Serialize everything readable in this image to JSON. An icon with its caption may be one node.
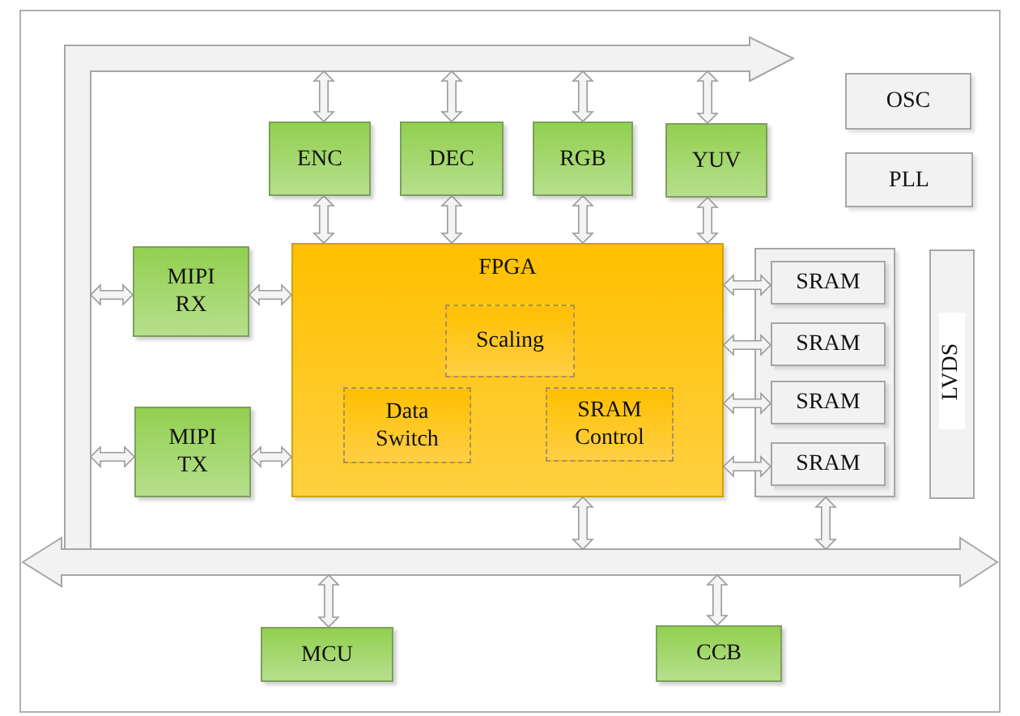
{
  "diagram": {
    "nodes": [
      {
        "text": [],
        "shape": "bar"
      },
      {
        "text": [
          "ENC"
        ]
      },
      {
        "text": [
          "DEC"
        ]
      },
      {
        "text": [
          "RGB"
        ]
      },
      {
        "text": [
          "YUV"
        ]
      },
      {
        "text": [
          "OSC"
        ]
      },
      {
        "text": [
          "PLL"
        ]
      },
      {
        "text": [
          "MIPI RX"
        ]
      },
      {
        "text": [
          "FPGA"
        ]
      },
      {
        "text": [
          "Scaling"
        ],
        "in": 8
      },
      {
        "text": [
          "Data Switch"
        ],
        "in": 8
      },
      {
        "text": [
          "SRAM Control"
        ],
        "in": 8
      },
      {
        "text": [],
        "shape": "box"
      },
      {
        "text": [
          "SRAM"
        ],
        "in": 12
      },
      {
        "text": [
          "SRAM"
        ],
        "in": 12
      },
      {
        "text": [
          "SRAM"
        ],
        "in": 12
      },
      {
        "text": [
          "SRAM"
        ],
        "in": 12
      },
      {
        "text": [
          "LVDS"
        ]
      },
      {
        "text": [
          "MIPI TX"
        ]
      },
      {
        "text": [],
        "shape": "bar"
      },
      {
        "text": [
          "MCU"
        ]
      },
      {
        "text": [
          "CCB"
        ]
      }
    ],
    "edges": [
      {
        "from": 0,
        "to": 1,
        "arrow": "both"
      },
      {
        "from": 1,
        "to": 8,
        "arrow": "both"
      },
      {
        "from": 0,
        "to": 2,
        "arrow": "both"
      },
      {
        "from": 2,
        "to": 8,
        "arrow": "both"
      },
      {
        "from": 0,
        "to": 3,
        "arrow": "both"
      },
      {
        "from": 3,
        "to": 8,
        "arrow": "both"
      },
      {
        "from": 0,
        "to": 4,
        "arrow": "both"
      },
      {
        "from": 4,
        "to": 8,
        "arrow": "both"
      },
      {
        "from": 0,
        "to": 7,
        "arrow": "both"
      },
      {
        "from": 7,
        "to": 8,
        "arrow": "both"
      },
      {
        "from": 0,
        "to": 18,
        "arrow": "both"
      },
      {
        "from": 18,
        "to": 8,
        "arrow": "both"
      },
      {
        "from": 8,
        "to": 13,
        "arrow": "both"
      },
      {
        "from": 8,
        "to": 14,
        "arrow": "both"
      },
      {
        "from": 8,
        "to": 15,
        "arrow": "both"
      },
      {
        "from": 8,
        "to": 16,
        "arrow": "both"
      },
      {
        "from": 8,
        "to": 19,
        "arrow": "both"
      },
      {
        "from": 12,
        "to": 19,
        "arrow": "both"
      },
      {
        "from": 19,
        "to": 20,
        "arrow": "both"
      },
      {
        "from": 19,
        "to": 21,
        "arrow": "both"
      }
    ]
  }
}
